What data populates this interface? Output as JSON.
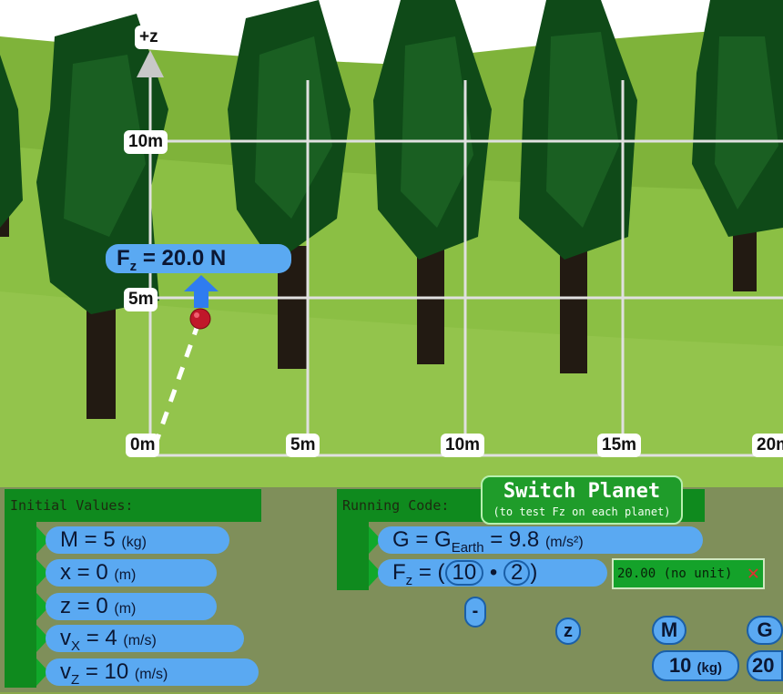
{
  "scene": {
    "axis_label": "+z",
    "z_ticks": [
      "10m",
      "5m",
      "0m"
    ],
    "x_ticks": [
      "0m",
      "5m",
      "10m",
      "15m",
      "20m"
    ],
    "force_label": {
      "prefix": "F",
      "sub": "z",
      "text": " = 20.0 N"
    }
  },
  "initial": {
    "header": "Initial Values:",
    "items": [
      {
        "name": "M",
        "sub": "",
        "value": "= 5",
        "unit": "(kg)"
      },
      {
        "name": "x",
        "sub": "",
        "value": "= 0",
        "unit": "(m)"
      },
      {
        "name": "z",
        "sub": "",
        "value": "= 0",
        "unit": "(m)"
      },
      {
        "name": "v",
        "sub": "X",
        "value": "= 4",
        "unit": "(m/s)"
      },
      {
        "name": "v",
        "sub": "Z",
        "value": "= 10",
        "unit": "(m/s)"
      }
    ]
  },
  "running": {
    "header": "Running Code:",
    "g_line": {
      "left": "G = G",
      "sub": "Earth",
      "right": "= 9.8",
      "unit": "(m/s²)"
    },
    "fz_line": {
      "left": "F",
      "sub": "z",
      "eq": "= (",
      "a": "10",
      "op": "•",
      "b": "2",
      "close": ")"
    },
    "result": "20.00 (no unit)"
  },
  "switch_button": {
    "title": "Switch Planet",
    "subtitle": "(to test Fz on each planet)"
  },
  "palette": {
    "minus": "-",
    "z": "z",
    "m": "M",
    "g": "G",
    "mass_value": "10",
    "mass_unit": "(kg)",
    "partial": "20"
  },
  "colors": {
    "block_blue": "#5aa9f2",
    "code_green": "#0f8a1e",
    "sky": "#ffffff",
    "grass": "#8aa84a"
  }
}
